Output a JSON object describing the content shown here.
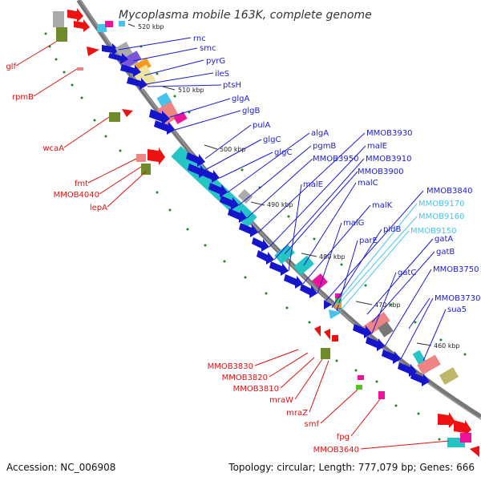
{
  "title": "Mycoplasma mobile 163K, complete genome",
  "footer": {
    "accession": "Accession: NC_006908",
    "summary": "Topology: circular; Length: 777,079 bp; Genes: 666"
  },
  "colors": {
    "backbone": "#777777",
    "label_blue": "#1c1cd1",
    "label_red": "#e01010",
    "label_cyan": "#47c4ee",
    "gene_blue": "#1515cc",
    "gene_cyan": "#25c5c5",
    "gene_red": "#ee1111",
    "gene_olive": "#6f8a28",
    "gene_salmon": "#ee8484",
    "gene_magenta": "#ee1499",
    "gene_khaki": "#bdb86a",
    "gene_gray": "#aaaaaa",
    "gene_orange": "#f89a1c",
    "gene_green": "#55c61f",
    "gene_purple": "#7b55d8",
    "gene_lightyellow": "#eee59c",
    "dot_green": "#1c8a1c"
  },
  "ticks": [
    "520 kbp",
    "510 kbp",
    "500 kbp",
    "490 kbp",
    "480 kbp",
    "470 kbp",
    "460 kbp"
  ],
  "forward_labels": [
    {
      "text": "rnc",
      "color": "blue"
    },
    {
      "text": "smc",
      "color": "blue"
    },
    {
      "text": "pyrG",
      "color": "blue"
    },
    {
      "text": "ileS",
      "color": "blue"
    },
    {
      "text": "ptsH",
      "color": "blue"
    },
    {
      "text": "glgA",
      "color": "blue"
    },
    {
      "text": "glgB",
      "color": "blue"
    },
    {
      "text": "pulA",
      "color": "blue"
    },
    {
      "text": "glgC",
      "color": "blue"
    },
    {
      "text": "glgC",
      "color": "blue"
    },
    {
      "text": "algA",
      "color": "blue"
    },
    {
      "text": "pgmB",
      "color": "blue"
    },
    {
      "text": "MMOB3950",
      "color": "blue"
    },
    {
      "text": "MMOB3930",
      "color": "blue"
    },
    {
      "text": "malE",
      "color": "blue"
    },
    {
      "text": "MMOB3910",
      "color": "blue"
    },
    {
      "text": "MMOB3900",
      "color": "blue"
    },
    {
      "text": "malE",
      "color": "blue"
    },
    {
      "text": "malC",
      "color": "blue"
    },
    {
      "text": "malK",
      "color": "blue"
    },
    {
      "text": "malG",
      "color": "blue"
    },
    {
      "text": "MMOB3840",
      "color": "blue"
    },
    {
      "text": "MMOB9170",
      "color": "cyan"
    },
    {
      "text": "MMOB9160",
      "color": "cyan"
    },
    {
      "text": "pldB",
      "color": "blue"
    },
    {
      "text": "parE",
      "color": "blue"
    },
    {
      "text": "MMOB9150",
      "color": "cyan"
    },
    {
      "text": "gatA",
      "color": "blue"
    },
    {
      "text": "gatB",
      "color": "blue"
    },
    {
      "text": "gatC",
      "color": "blue"
    },
    {
      "text": "MMOB3750",
      "color": "blue"
    },
    {
      "text": "MMOB3730",
      "color": "blue"
    },
    {
      "text": "sua5",
      "color": "blue"
    }
  ],
  "reverse_labels": [
    {
      "text": "glf",
      "color": "red"
    },
    {
      "text": "rpmB",
      "color": "red"
    },
    {
      "text": "wcaA",
      "color": "red"
    },
    {
      "text": "fmt",
      "color": "red"
    },
    {
      "text": "MMOB4040",
      "color": "red"
    },
    {
      "text": "lepA",
      "color": "red"
    },
    {
      "text": "MMOB3830",
      "color": "red"
    },
    {
      "text": "MMOB3820",
      "color": "red"
    },
    {
      "text": "MMOB3810",
      "color": "red"
    },
    {
      "text": "mraW",
      "color": "red"
    },
    {
      "text": "mraZ",
      "color": "red"
    },
    {
      "text": "smf",
      "color": "red"
    },
    {
      "text": "fpg",
      "color": "red"
    },
    {
      "text": "MMOB3640",
      "color": "red"
    }
  ]
}
